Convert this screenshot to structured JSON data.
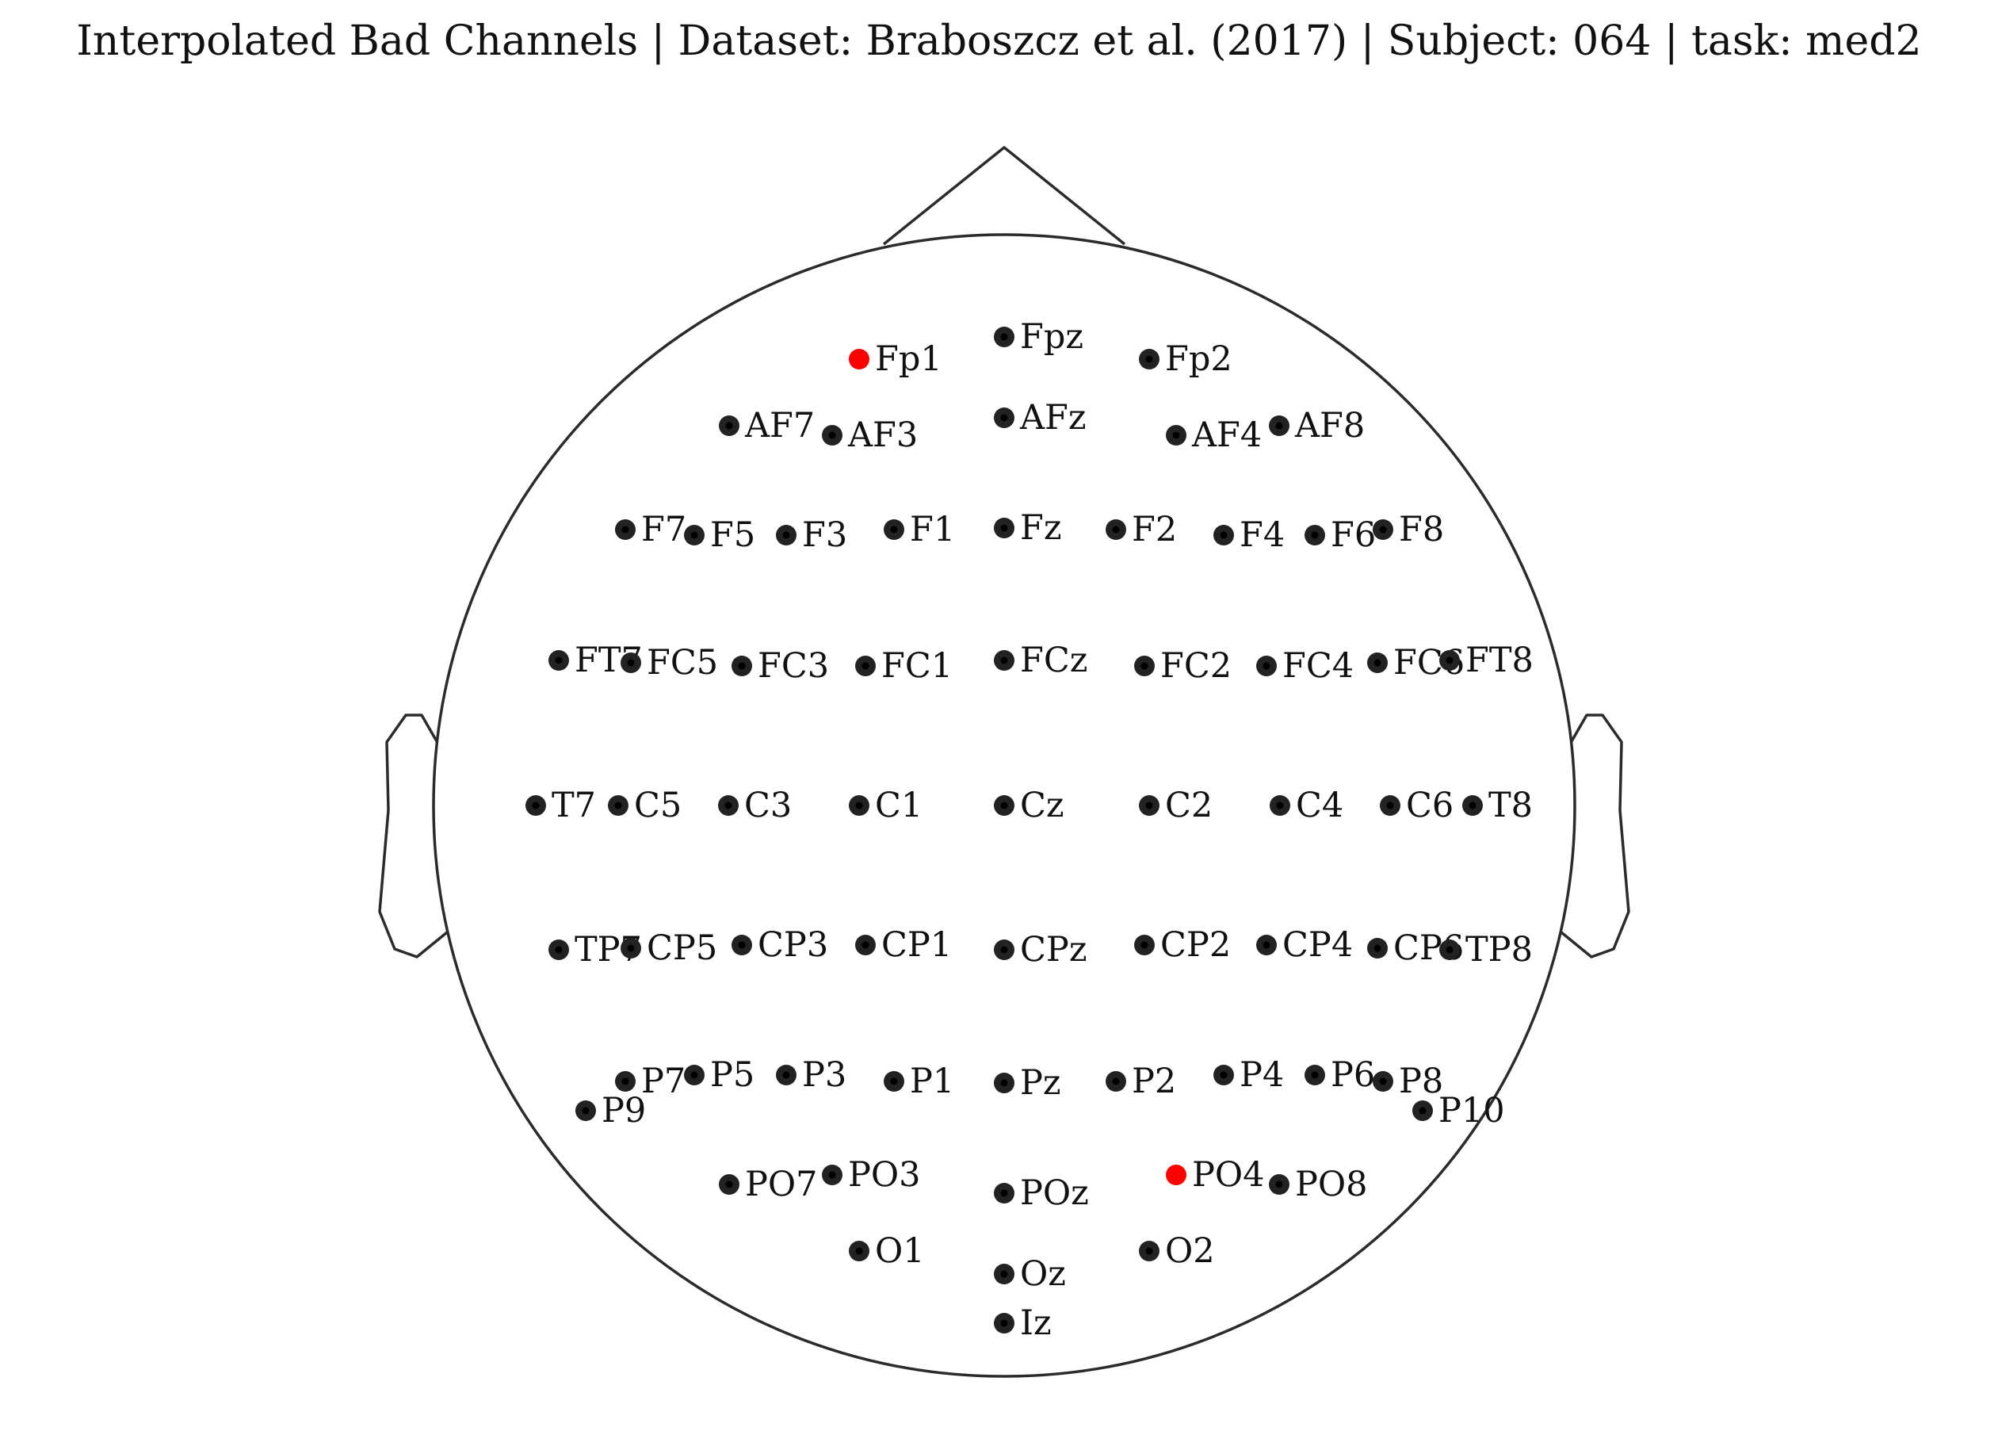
{
  "title": "Interpolated Bad Channels | Dataset: Braboszcz et al. (2017) | Subject: 064 | task: med2",
  "colors": {
    "good": "#222222",
    "good_center": "#000000",
    "bad": "#ff0000"
  },
  "channels": [
    {
      "name": "Fp1",
      "bad": true
    },
    {
      "name": "Fpz",
      "bad": false
    },
    {
      "name": "Fp2",
      "bad": false
    },
    {
      "name": "AF7",
      "bad": false
    },
    {
      "name": "AF3",
      "bad": false
    },
    {
      "name": "AFz",
      "bad": false
    },
    {
      "name": "AF4",
      "bad": false
    },
    {
      "name": "AF8",
      "bad": false
    },
    {
      "name": "F7",
      "bad": false
    },
    {
      "name": "F5",
      "bad": false
    },
    {
      "name": "F3",
      "bad": false
    },
    {
      "name": "F1",
      "bad": false
    },
    {
      "name": "Fz",
      "bad": false
    },
    {
      "name": "F2",
      "bad": false
    },
    {
      "name": "F4",
      "bad": false
    },
    {
      "name": "F6",
      "bad": false
    },
    {
      "name": "F8",
      "bad": false
    },
    {
      "name": "FT7",
      "bad": false
    },
    {
      "name": "FC5",
      "bad": false
    },
    {
      "name": "FC3",
      "bad": false
    },
    {
      "name": "FC1",
      "bad": false
    },
    {
      "name": "FCz",
      "bad": false
    },
    {
      "name": "FC2",
      "bad": false
    },
    {
      "name": "FC4",
      "bad": false
    },
    {
      "name": "FC6",
      "bad": false
    },
    {
      "name": "FT8",
      "bad": false
    },
    {
      "name": "T7",
      "bad": false
    },
    {
      "name": "C5",
      "bad": false
    },
    {
      "name": "C3",
      "bad": false
    },
    {
      "name": "C1",
      "bad": false
    },
    {
      "name": "Cz",
      "bad": false
    },
    {
      "name": "C2",
      "bad": false
    },
    {
      "name": "C4",
      "bad": false
    },
    {
      "name": "C6",
      "bad": false
    },
    {
      "name": "T8",
      "bad": false
    },
    {
      "name": "TP7",
      "bad": false
    },
    {
      "name": "CP5",
      "bad": false
    },
    {
      "name": "CP3",
      "bad": false
    },
    {
      "name": "CP1",
      "bad": false
    },
    {
      "name": "CPz",
      "bad": false
    },
    {
      "name": "CP2",
      "bad": false
    },
    {
      "name": "CP4",
      "bad": false
    },
    {
      "name": "CP6",
      "bad": false
    },
    {
      "name": "TP8",
      "bad": false
    },
    {
      "name": "P7",
      "bad": false
    },
    {
      "name": "P5",
      "bad": false
    },
    {
      "name": "P3",
      "bad": false
    },
    {
      "name": "P1",
      "bad": false
    },
    {
      "name": "Pz",
      "bad": false
    },
    {
      "name": "P2",
      "bad": false
    },
    {
      "name": "P4",
      "bad": false
    },
    {
      "name": "P6",
      "bad": false
    },
    {
      "name": "P8",
      "bad": false
    },
    {
      "name": "P9",
      "bad": false
    },
    {
      "name": "P10",
      "bad": false
    },
    {
      "name": "PO7",
      "bad": false
    },
    {
      "name": "PO3",
      "bad": false
    },
    {
      "name": "POz",
      "bad": false
    },
    {
      "name": "PO4",
      "bad": true
    },
    {
      "name": "PO8",
      "bad": false
    },
    {
      "name": "O1",
      "bad": false
    },
    {
      "name": "Oz",
      "bad": false
    },
    {
      "name": "O2",
      "bad": false
    },
    {
      "name": "Iz",
      "bad": false
    }
  ]
}
